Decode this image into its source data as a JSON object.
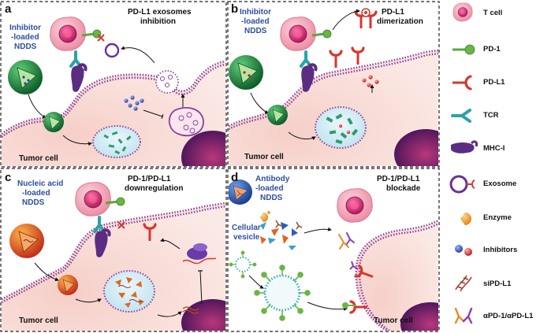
{
  "panels": [
    {
      "letter": "a",
      "title_l1": "PD-L1 exosomes",
      "title_l2": "inhibition",
      "nanocarrier_l1": "Inhibitor",
      "nanocarrier_l2": "-loaded",
      "nanocarrier_l3": "NDDS",
      "tumor_label": "Tumor cell"
    },
    {
      "letter": "b",
      "title_l1": "PD-L1",
      "title_l2": "dimerization",
      "nanocarrier_l1": "Inhibitor",
      "nanocarrier_l2": "-loaded",
      "nanocarrier_l3": "NDDS",
      "tumor_label": "Tumor cell"
    },
    {
      "letter": "c",
      "title_l1": "PD-1/PD-L1",
      "title_l2": "downregulation",
      "nanocarrier_l1": "Nucleic acid",
      "nanocarrier_l2": "-loaded",
      "nanocarrier_l3": "NDDS",
      "tumor_label": "Tumor cell"
    },
    {
      "letter": "d",
      "title_l1": "PD-1/PD-L1",
      "title_l2": "blockade",
      "nanocarrier_l1": "Antibody",
      "nanocarrier_l2": "-loaded",
      "nanocarrier_l3": "NDDS",
      "vesicle_l1": "Cellular",
      "vesicle_l2": "vesicle",
      "tumor_label": "Tumor cell"
    }
  ],
  "legend": [
    {
      "icon": "t-cell-icon",
      "label": "T cell"
    },
    {
      "icon": "pd1-icon",
      "label": "PD-1"
    },
    {
      "icon": "pdl1-icon",
      "label": "PD-L1"
    },
    {
      "icon": "tcr-icon",
      "label": "TCR"
    },
    {
      "icon": "mhc-icon",
      "label": "MHC-I"
    },
    {
      "icon": "exosome-icon",
      "label": "Exosome"
    },
    {
      "icon": "enzyme-icon",
      "label": "Enzyme"
    },
    {
      "icon": "inhibitors-icon",
      "label": "Inhibitors"
    },
    {
      "icon": "sipdl1-icon",
      "label": "siPD-L1"
    },
    {
      "icon": "antibody-icon",
      "label": "αPD-1/αPD-L1"
    }
  ],
  "colors": {
    "tumor_fill": "#f8dcd6",
    "membrane": "#8a3f9c",
    "tcell": "#f2a3b3",
    "tcell_nucleus": "#c8266e",
    "pd1": "#6ab545",
    "pdl1": "#d8362c",
    "tcr": "#2aa4a6",
    "mhc": "#5a2d82",
    "nddsa": "#1f8a3e",
    "nddsc": "#d9431f",
    "nddsd": "#2b5fb0",
    "vesicle": "#35b0b5",
    "cargo": "#2e9c6a"
  }
}
